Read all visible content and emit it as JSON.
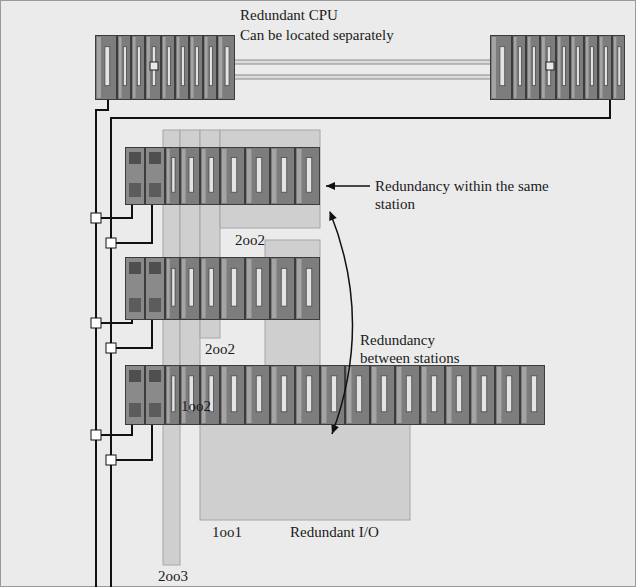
{
  "diagram": {
    "labels": [
      "Redundant CPU",
      "Can be located separately",
      "Redundancy within the same station",
      "2oo2",
      "Redundancy between stations",
      "2oo2",
      "1oo2",
      "1oo1",
      "Redundant I/O",
      "2oo3"
    ]
  }
}
